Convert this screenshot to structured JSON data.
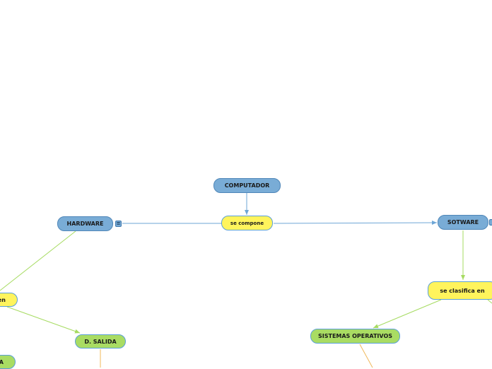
{
  "colors": {
    "concept_blue": "#79acd6",
    "linker_yellow": "#fff45c",
    "leaf_green": "#a9dc63",
    "link_blue": "#6ea6d6",
    "link_green": "#a6db61",
    "link_orange": "#f0b85a"
  },
  "nodes": {
    "computador": "COMPUTADOR",
    "se_compone": "se compone",
    "hardware": "HARDWARE",
    "sotware": "SOTWARE",
    "se_clasifica_en": "se clasifica en",
    "hw_linker": "en",
    "d_salida": "D. SALIDA",
    "d_entrada_partial": "A",
    "sistemas_operativos": "SISTEMAS OPERATIVOS"
  },
  "icons": {
    "hardware_toggle": "collapse-icon",
    "sotware_toggle": "collapse-icon"
  }
}
